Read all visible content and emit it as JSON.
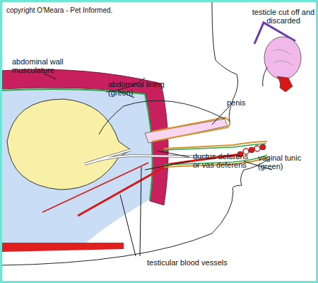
{
  "diagram": {
    "labels": [
      "copyright O'Meara - Pet Informed.",
      "testicle cut off and discarded",
      "abdominal wall musculature",
      "abdominal lining (green)",
      "penis",
      "ductus deferens or vas deferens",
      "vaginal tunic (green)",
      "testicular blood vessels"
    ]
  }
}
